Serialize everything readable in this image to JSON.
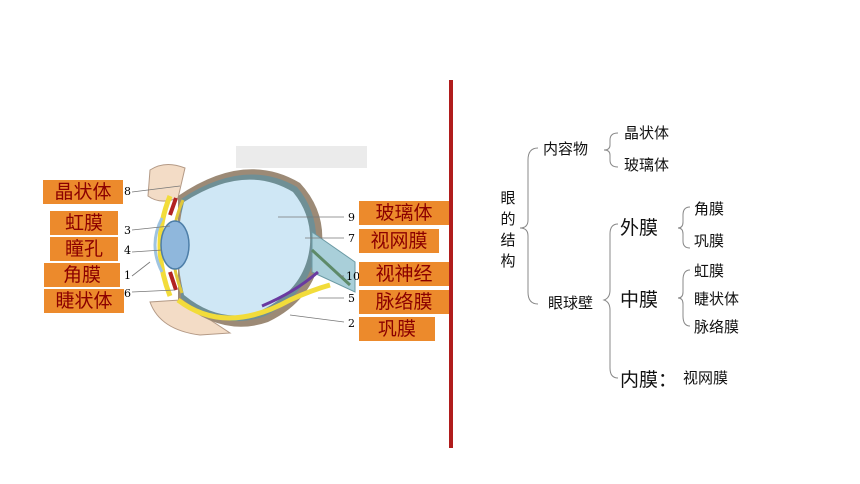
{
  "left_labels": {
    "lens": "晶状体",
    "iris": "虹膜",
    "pupil": "瞳孔",
    "cornea": "角膜",
    "ciliary": "睫状体"
  },
  "right_labels": {
    "vitreous": "玻璃体",
    "retina": "视网膜",
    "optic_nerve": "视神经",
    "choroid": "脉络膜",
    "sclera": "巩膜"
  },
  "numbers": {
    "n8": "8",
    "n3": "3",
    "n4": "4",
    "n1": "1",
    "n6": "6",
    "n9": "9",
    "n7": "7",
    "n10": "10",
    "n5": "5",
    "n2": "2"
  },
  "tree": {
    "root": [
      "眼",
      "的",
      "结",
      "构"
    ],
    "contents": "内容物",
    "contents_items": [
      "晶状体",
      "玻璃体"
    ],
    "wall": "眼球壁",
    "outer": "外膜",
    "outer_items": [
      "角膜",
      "巩膜"
    ],
    "middle": "中膜",
    "middle_items": [
      "虹膜",
      "睫状体",
      "脉络膜"
    ],
    "inner": "内膜：",
    "inner_item": "视网膜"
  },
  "colors": {
    "label_bg": "#ec8a2c",
    "label_text": "#8b0000",
    "divider": "#b01c1c"
  }
}
